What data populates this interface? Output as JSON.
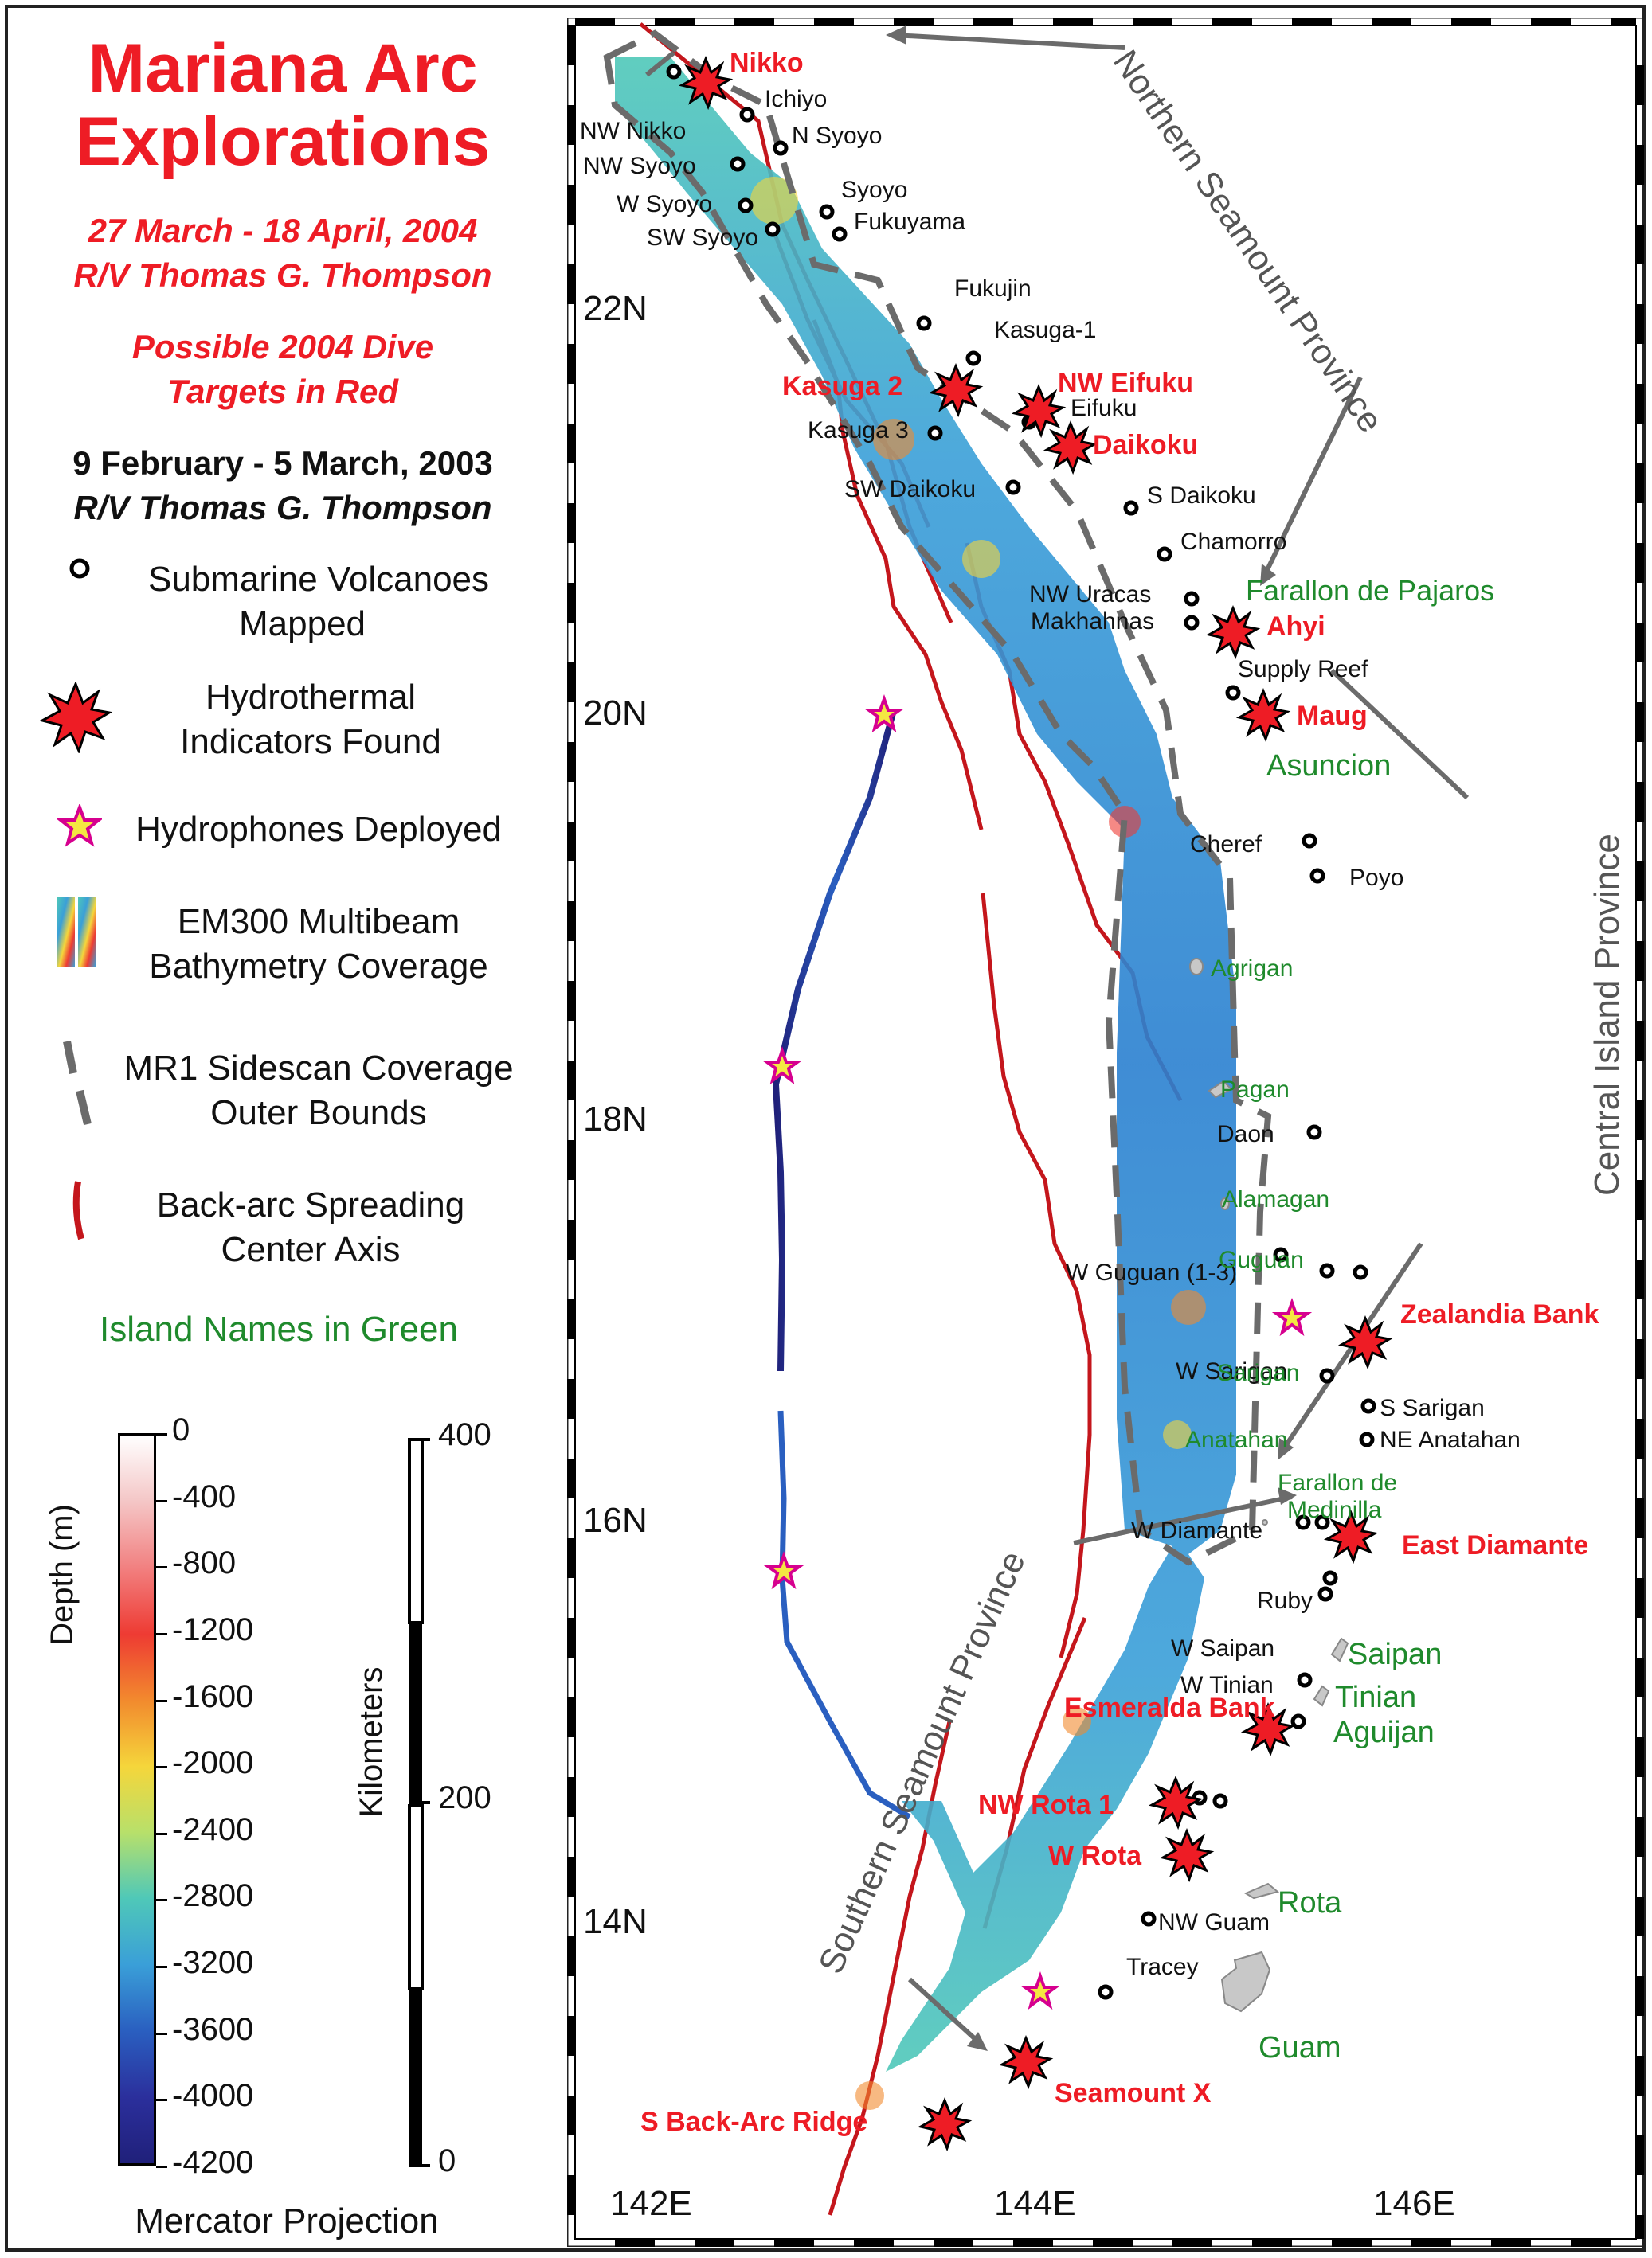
{
  "title": {
    "line1": "Mariana Arc",
    "line2": "Explorations"
  },
  "cruise_2004": {
    "dates": "27 March - 18 April, 2004",
    "vessel": "R/V Thomas G. Thompson"
  },
  "targets_note": {
    "line1": "Possible 2004 Dive",
    "line2": "Targets in Red"
  },
  "cruise_2003": {
    "dates": "9 February  - 5 March, 2003",
    "vessel": "R/V Thomas G. Thompson"
  },
  "legend": {
    "volcanoes": {
      "line1": "Submarine Volcanoes",
      "line2": "Mapped"
    },
    "hydrothermal": {
      "line1": "Hydrothermal",
      "line2": "Indicators Found"
    },
    "hydrophones": "Hydrophones Deployed",
    "multibeam": {
      "line1": "EM300 Multibeam",
      "line2": "Bathymetry Coverage"
    },
    "sidescan": {
      "line1": "MR1 Sidescan Coverage",
      "line2": "Outer Bounds"
    },
    "spreading": {
      "line1": "Back-arc Spreading",
      "line2": "Center Axis"
    },
    "island_note": "Island Names in Green"
  },
  "colorbar": {
    "axis_label": "Depth (m)",
    "ticks": [
      "0",
      "-400",
      "-800",
      "-1200",
      "-1600",
      "-2000",
      "-2400",
      "-2800",
      "-3200",
      "-3600",
      "-4000",
      "-4200"
    ],
    "colors": [
      "#ffffff",
      "#f4c6c6",
      "#f28080",
      "#ee3b33",
      "#f28a2e",
      "#f5d63b",
      "#b8e06a",
      "#4fc8b8",
      "#3a9fd8",
      "#2a5fc0",
      "#2b2f9c",
      "#20207a"
    ]
  },
  "scalebar": {
    "axis_label": "Kilometers",
    "ticks": [
      "400",
      "200",
      "0"
    ]
  },
  "projection": "Mercator Projection",
  "axes": {
    "lat_ticks": [
      "22N",
      "20N",
      "18N",
      "16N",
      "14N"
    ],
    "lon_ticks": [
      "142E",
      "144E",
      "146E"
    ]
  },
  "provinces": {
    "northern": "Northern Seamount Province",
    "central": "Central Island Province",
    "southern": "Southern Seamount Province"
  },
  "dive_targets": [
    "Nikko",
    "Kasuga 2",
    "NW Eifuku",
    "Daikoku",
    "Ahyi",
    "Maug",
    "Zealandia Bank",
    "East Diamante",
    "Esmeralda Bank",
    "NW Rota 1",
    "W Rota",
    "Seamount X",
    "S Back-Arc Ridge"
  ],
  "volcano_labels": [
    "NW Nikko",
    "Ichiyo",
    "NW Syoyo",
    "N Syoyo",
    "W Syoyo",
    "Syoyo",
    "SW Syoyo",
    "Fukuyama",
    "Fukujin",
    "Kasuga-1",
    "Eifuku",
    "Kasuga 3",
    "SW Daikoku",
    "S Daikoku",
    "Chamorro",
    "NW Uracas",
    "Makhahnas",
    "Supply Reef",
    "Cheref",
    "Poyo",
    "Daon",
    "W Guguan (1-3)",
    "W Sarigan",
    "S Sarigan",
    "NE Anatahan",
    "W Diamante",
    "Ruby",
    "W Saipan",
    "W Tinian",
    "NW Guam",
    "Tracey"
  ],
  "island_labels": [
    "Farallon de Pajaros",
    "Asuncion",
    "Agrigan",
    "Pagan",
    "Alamagan",
    "Guguan",
    "Sarigan",
    "Anatahan",
    "Farallon de",
    "Medinilla",
    "Saipan",
    "Tinian",
    "Aguijan",
    "Rota",
    "Guam"
  ],
  "colors": {
    "target_red": "#ee1c25",
    "island_green": "#1f8a2c",
    "spreading_red": "#c4161c",
    "sidescan_gray": "#6b6b6b"
  }
}
